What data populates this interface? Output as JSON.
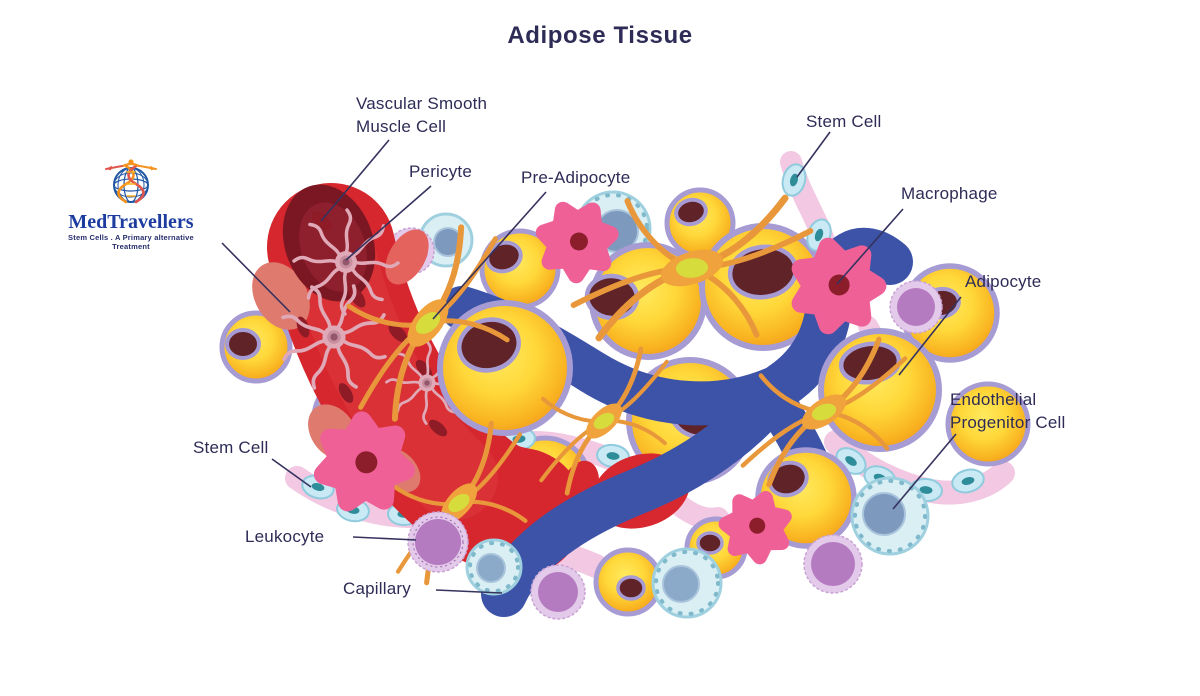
{
  "title": "Adipose Tissue",
  "logo": {
    "name": "MedTravellers",
    "tagline": "Stem Cells . A Primary alternative Treatment"
  },
  "labels": {
    "vascular_smooth_muscle_cell": {
      "line1": "Vascular Smooth",
      "line2": "Muscle Cell"
    },
    "pericyte": {
      "line1": "Pericyte"
    },
    "pre_adipocyte": {
      "line1": "Pre-Adipocyte"
    },
    "stem_cell_top": {
      "line1": "Stem Cell"
    },
    "macrophage": {
      "line1": "Macrophage"
    },
    "adipocyte": {
      "line1": "Adipocyte"
    },
    "endothelial_progenitor_cell": {
      "line1": "Endothelial",
      "line2": "Progenitor Cell"
    },
    "stem_cell_left": {
      "line1": "Stem Cell"
    },
    "leukocyte": {
      "line1": "Leukocyte"
    },
    "capillary": {
      "line1": "Capillary"
    }
  },
  "palette": {
    "title_text": "#2e2c56",
    "label_text": "#2e2c56",
    "leader_line": "#35325e",
    "adipocyte_yellow": "#ffd83a",
    "adipocyte_edge_orange": "#f2991b",
    "cell_rim_periwinkle": "#a79bd4",
    "nucleus_brown": "#5f2328",
    "vessel_red": "#d6272f",
    "vessel_lumen_maroon": "#7a1722",
    "vessel_patch_salmon": "#de7a6e",
    "capillary_blue": "#3d53a8",
    "strand_pink": "#f2c8e2",
    "strand_cell_blue": "#c9e9f4",
    "strand_cell_nucleus_teal": "#2f8d99",
    "macrophage_pink": "#ef6097",
    "macrophage_nucleus": "#8c1e2b",
    "leukocyte_purple": "#b57bc0",
    "leukocyte_ring": "#e3c9ea",
    "endothelial_body": "#d9eff3",
    "endothelial_nucleus_slate": "#7e99be",
    "preadipocyte_orange": "#efa13c",
    "preadipocyte_center_green": "#d5dc3c",
    "pericyte_pink": "#e0a9b7",
    "logo_blue": "#1c3ca0",
    "logo_orange": "#f6921e"
  }
}
